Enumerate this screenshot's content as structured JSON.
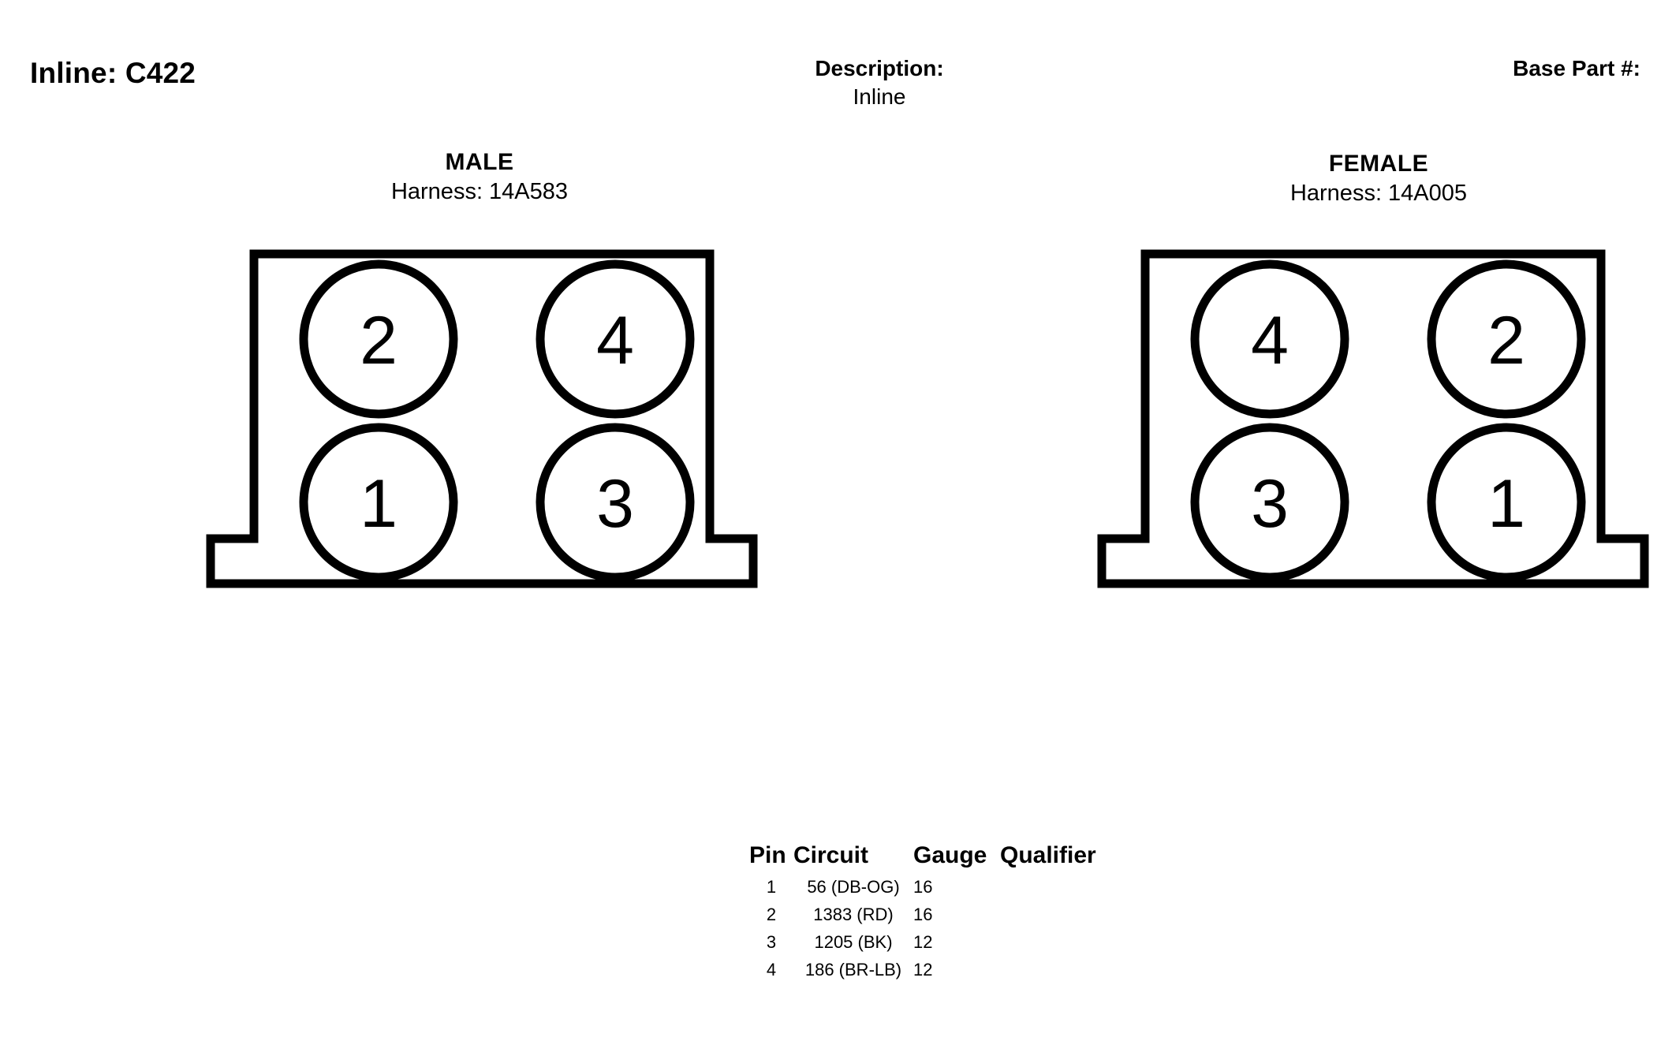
{
  "header": {
    "connector_title": "Inline: C422",
    "description_label": "Description:",
    "description_value": "Inline",
    "base_part_label": "Base Part #:",
    "base_part_value": ""
  },
  "connectors": [
    {
      "id": "male",
      "gender": "MALE",
      "harness": "Harness: 14A583",
      "pins": [
        {
          "label": "2",
          "col": 0,
          "row": 0
        },
        {
          "label": "4",
          "col": 1,
          "row": 0
        },
        {
          "label": "1",
          "col": 0,
          "row": 1
        },
        {
          "label": "3",
          "col": 1,
          "row": 1
        }
      ]
    },
    {
      "id": "female",
      "gender": "FEMALE",
      "harness": "Harness: 14A005",
      "pins": [
        {
          "label": "4",
          "col": 0,
          "row": 0
        },
        {
          "label": "2",
          "col": 1,
          "row": 0
        },
        {
          "label": "3",
          "col": 0,
          "row": 1
        },
        {
          "label": "1",
          "col": 1,
          "row": 1
        }
      ]
    }
  ],
  "pin_table": {
    "columns": [
      "Pin",
      "Circuit",
      "Gauge",
      "Qualifier"
    ],
    "rows": [
      {
        "pin": "1",
        "circuit": "56 (DB-OG)",
        "gauge": "16",
        "qualifier": ""
      },
      {
        "pin": "2",
        "circuit": "1383 (RD)",
        "gauge": "16",
        "qualifier": ""
      },
      {
        "pin": "3",
        "circuit": "1205 (BK)",
        "gauge": "12",
        "qualifier": ""
      },
      {
        "pin": "4",
        "circuit": "186 (BR-LB)",
        "gauge": "12",
        "qualifier": ""
      }
    ]
  },
  "colors": {
    "ink": "#000000",
    "page": "#ffffff"
  }
}
